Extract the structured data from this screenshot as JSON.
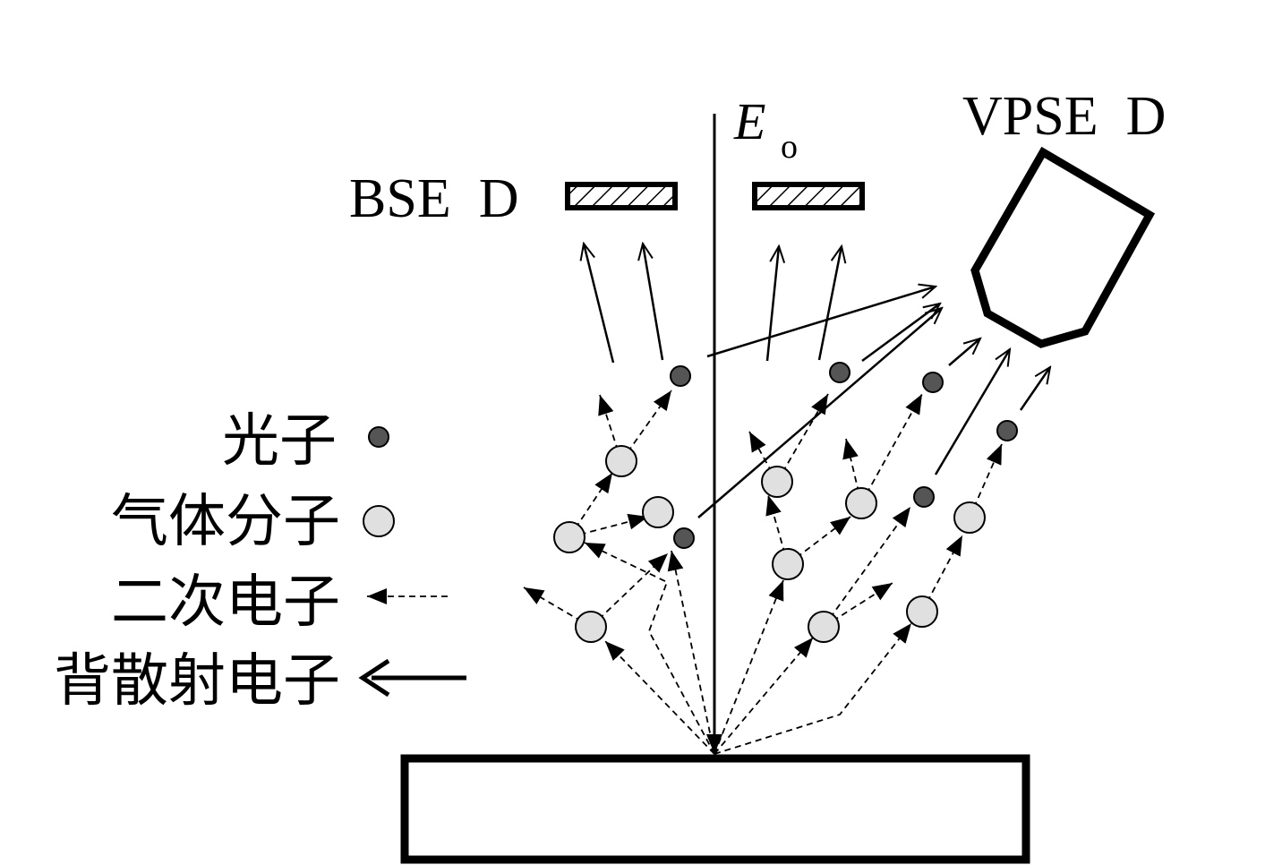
{
  "labels": {
    "beam": "E",
    "beam_sub": "o",
    "bse_detector": "BSE  D",
    "vpse_detector": "VPSE  D"
  },
  "legend": [
    {
      "label": "光子",
      "symbol": "photon-dot"
    },
    {
      "label": "气体分子",
      "symbol": "gas-molecule-circle"
    },
    {
      "label": "二次电子",
      "symbol": "dashed-arrow"
    },
    {
      "label": "背散射电子",
      "symbol": "solid-arrow"
    }
  ],
  "colors": {
    "photon": "#555555",
    "gas_molecule": "#e0e0e0",
    "line": "#000000",
    "background": "#ffffff"
  }
}
